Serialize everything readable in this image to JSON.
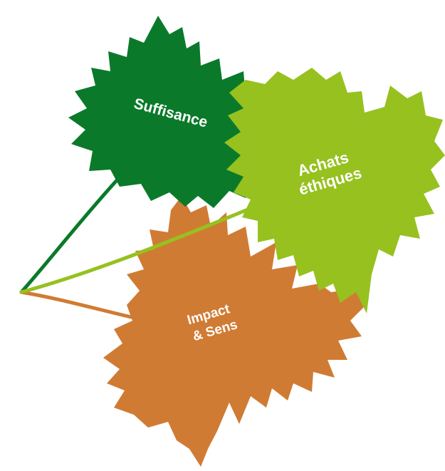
{
  "diagram": {
    "leaves": [
      {
        "id": "suffisance",
        "lines": [
          "Suffisance"
        ],
        "color": "#0a7a2a"
      },
      {
        "id": "achats-ethiques",
        "lines": [
          "Achats",
          "éthiques"
        ],
        "color": "#96c11f"
      },
      {
        "id": "impact-sens",
        "lines": [
          "Impact",
          "& Sens"
        ],
        "color": "#d07b33"
      }
    ]
  }
}
